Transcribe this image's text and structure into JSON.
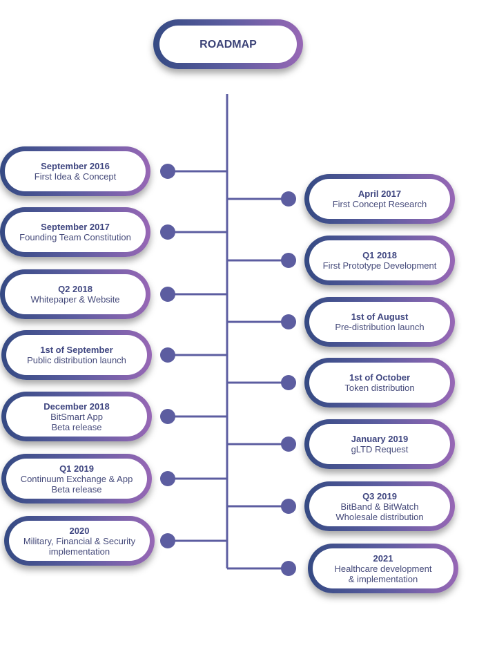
{
  "title": "ROADMAP",
  "colors": {
    "line": "#5c5da0",
    "gradient_start": "#354a83",
    "gradient_end": "#9767b5"
  },
  "left_items": [
    {
      "date": "September 2016",
      "desc": [
        "First Idea & Concept"
      ]
    },
    {
      "date": "September 2017",
      "desc": [
        "Founding Team Constitution"
      ]
    },
    {
      "date": "Q2 2018",
      "desc": [
        "Whitepaper & Website"
      ]
    },
    {
      "date": "1st of September",
      "desc": [
        "Public distribution launch"
      ]
    },
    {
      "date": "December 2018",
      "desc": [
        "BitSmart App",
        "Beta release"
      ]
    },
    {
      "date": "Q1 2019",
      "desc": [
        "Continuum Exchange & App",
        "Beta release"
      ]
    },
    {
      "date": "2020",
      "desc": [
        "Military, Financial & Security",
        "implementation"
      ]
    }
  ],
  "right_items": [
    {
      "date": "April 2017",
      "desc": [
        "First Concept Research"
      ]
    },
    {
      "date": "Q1 2018",
      "desc": [
        "First Prototype Development"
      ]
    },
    {
      "date": "1st of August",
      "desc": [
        "Pre-distribution launch"
      ]
    },
    {
      "date": "1st of October",
      "desc": [
        "Token distribution"
      ]
    },
    {
      "date": "January 2019",
      "desc": [
        "gLTD Request"
      ]
    },
    {
      "date": "Q3 2019",
      "desc": [
        "BitBand & BitWatch",
        "Wholesale distribution"
      ]
    },
    {
      "date": "2021",
      "desc": [
        "Healthcare development",
        "& implementation"
      ]
    }
  ]
}
